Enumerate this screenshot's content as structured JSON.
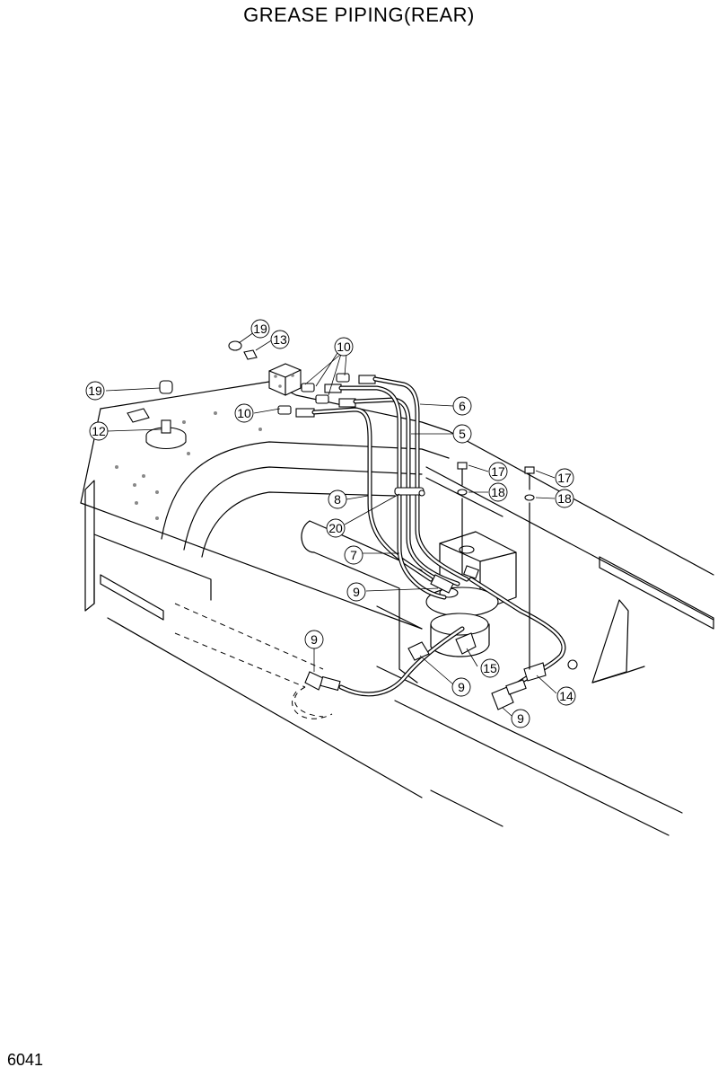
{
  "title": "GREASE PIPING(REAR)",
  "page_number": "6041",
  "callouts": [
    "19",
    "13",
    "10",
    "19",
    "12",
    "10",
    "6",
    "5",
    "17",
    "18",
    "17",
    "18",
    "8",
    "20",
    "7",
    "9",
    "9",
    "15",
    "9",
    "14",
    "9"
  ]
}
